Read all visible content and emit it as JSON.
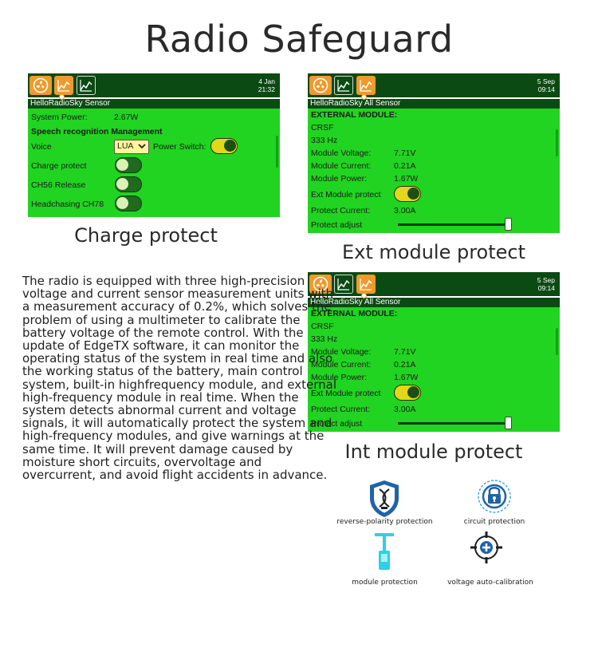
{
  "page": {
    "title": "Radio Safeguard",
    "body_text": "The radio is equipped with three high-precision voltage and current sensor measurement units with a measurement accuracy of 0.2%, which solves the problem of using a multimeter to calibrate the battery voltage of the remote control. With the update of EdgeTX software, it can monitor the operating status of the system in real time and also the working status of the battery, main control system, built-in highfrequency module, and external high-frequency module in real time. When the system detects abnormal current and voltage signals, it will automatically protect the system and high-frequency modules, and give warnings at the same time. It will prevent damage caused by moisture short circuits, overvoltage and overcurrent, and avoid flight accidents in advance."
  },
  "colors": {
    "screen_bg": "#21d421",
    "topbar_bg": "#0b4a12",
    "accent_orange": "#ee9a2c",
    "toggle_on": "#e3d71c",
    "icon_blue": "#1f63a8",
    "icon_cyan": "#2fd0e6"
  },
  "screens": {
    "charge": {
      "caption": "Charge protect",
      "date": "4 Jan",
      "time": "21:32",
      "header": "HelloRadioSky Sensor",
      "system_power_label": "System Power:",
      "system_power_value": "2.67W",
      "section_title": "Speech recognition Management",
      "voice_label": "Voice",
      "voice_value": "LUA",
      "power_switch_label": "Power Switch:",
      "power_switch_on": true,
      "charge_protect_label": "Charge protect",
      "charge_protect_on": false,
      "ch56_label": "CH56 Release",
      "ch56_on": false,
      "headchasing_label": "Headchasing CH78",
      "headchasing_on": false
    },
    "ext": {
      "caption": "Ext module protect",
      "date": "5 Sep",
      "time": "09:14",
      "header": "HelloRadioSky All Sensor",
      "module_title": "EXTERNAL MODULE:",
      "protocol": "CRSF",
      "rate": "333 Hz",
      "voltage_label": "Module Voltage:",
      "voltage_value": "7.71V",
      "current_label": "Module Current:",
      "current_value": "0.21A",
      "power_label": "Module Power:",
      "power_value": "1.67W",
      "protect_label": "Ext Module protect",
      "protect_on": true,
      "protect_current_label": "Protect Current:",
      "protect_current_value": "3.00A",
      "adjust_label": "Protect adjust",
      "adjust_level": 1.0
    },
    "int": {
      "caption": "Int module protect",
      "date": "5 Sep",
      "time": "09:14",
      "header": "HelloRadioSky All Sensor",
      "module_title": "EXTERNAL MODULE:",
      "protocol": "CRSF",
      "rate": "333 Hz",
      "voltage_label": "Module Voltage:",
      "voltage_value": "7.71V",
      "current_label": "Module Current:",
      "current_value": "0.21A",
      "power_label": "Module Power:",
      "power_value": "1.67W",
      "protect_label": "Ext Module protect",
      "protect_on": true,
      "protect_current_label": "Protect Current:",
      "protect_current_value": "3.00A",
      "adjust_label": "Protect adjust",
      "adjust_level": 1.0
    }
  },
  "features": [
    {
      "icon": "reverse-polarity-shield-icon",
      "label": "reverse-polarity protection"
    },
    {
      "icon": "circuit-lock-icon",
      "label": "circuit  protection"
    },
    {
      "icon": "module-antenna-icon",
      "label": "module  protection"
    },
    {
      "icon": "crosshair-plus-icon",
      "label": "voltage auto-calibration"
    }
  ]
}
